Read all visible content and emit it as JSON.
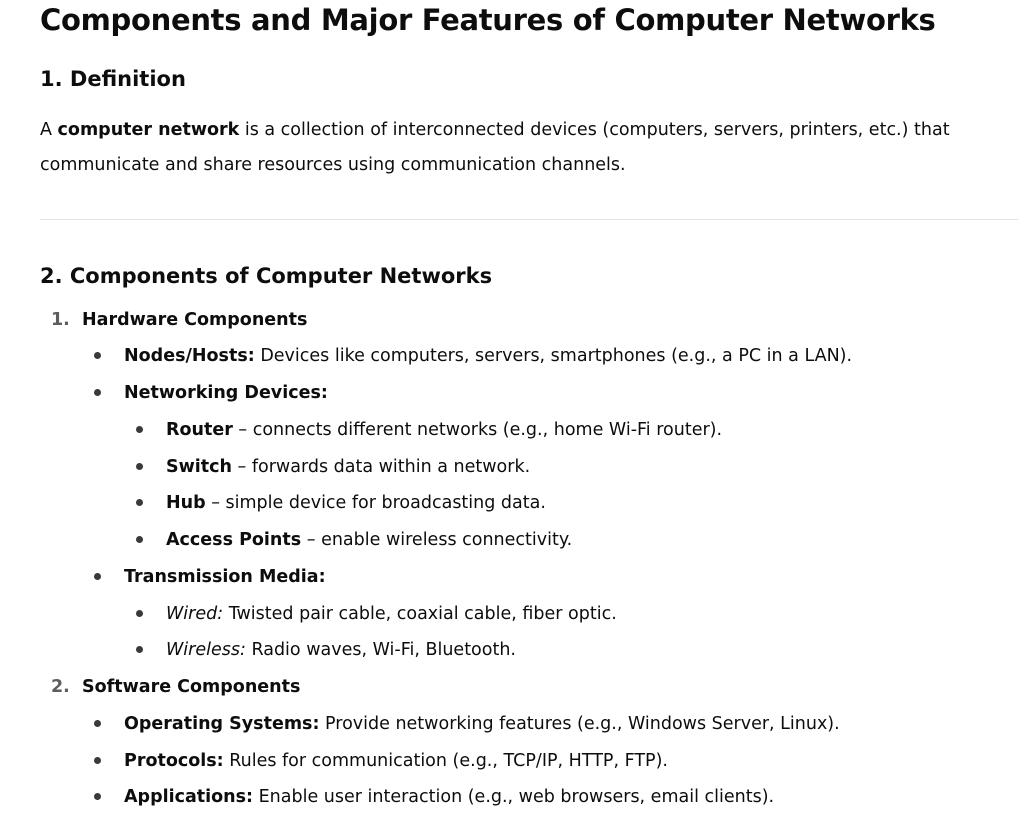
{
  "title": "Components and Major Features of Computer Networks",
  "definition": {
    "heading": "1. Definition",
    "prefix": "A ",
    "term": "computer network",
    "line1_rest": " is a collection of interconnected devices (computers, servers, printers, etc.) that",
    "line2": "communicate and share resources using communication channels."
  },
  "components": {
    "heading": "2. Components of Computer Networks",
    "hardware": {
      "number": "1.",
      "label": "Hardware Components",
      "nodes_term": "Nodes/Hosts:",
      "nodes_desc": " Devices like computers, servers, smartphones (e.g., a PC in a LAN).",
      "devices_label": "Networking Devices:",
      "router_term": "Router",
      "router_desc": " – connects different networks (e.g., home Wi-Fi router).",
      "switch_term": "Switch",
      "switch_desc": " – forwards data within a network.",
      "hub_term": "Hub",
      "hub_desc": " – simple device for broadcasting data.",
      "ap_term": "Access Points",
      "ap_desc": " – enable wireless connectivity.",
      "media_label": "Transmission Media:",
      "wired_term": "Wired:",
      "wired_desc": " Twisted pair cable, coaxial cable, fiber optic.",
      "wireless_term": "Wireless:",
      "wireless_desc": " Radio waves, Wi-Fi, Bluetooth."
    },
    "software": {
      "number": "2.",
      "label": "Software Components",
      "os_term": "Operating Systems:",
      "os_desc": " Provide networking features (e.g., Windows Server, Linux).",
      "protocols_term": "Protocols:",
      "protocols_desc": " Rules for communication (e.g., TCP/IP, HTTP, FTP).",
      "apps_term": "Applications:",
      "apps_desc": " Enable user interaction (e.g., web browsers, email clients)."
    }
  }
}
